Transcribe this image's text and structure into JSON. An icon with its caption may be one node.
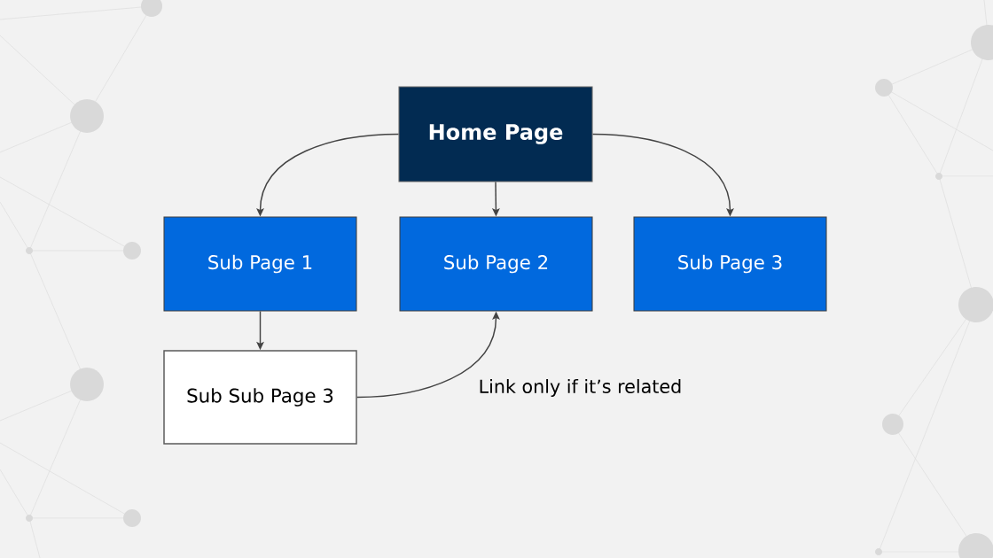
{
  "diagram": {
    "nodes": [
      {
        "text": [
          "Home Page"
        ]
      },
      {
        "text": [
          "Sub Page 1"
        ]
      },
      {
        "text": [
          "Sub Page 2"
        ]
      },
      {
        "text": [
          "Sub Page 3"
        ]
      },
      {
        "text": [
          "Sub Sub Page 3"
        ]
      }
    ],
    "edges": [
      {
        "from": 0,
        "to": 1,
        "arrow": "to"
      },
      {
        "from": 0,
        "to": 2,
        "arrow": "to"
      },
      {
        "from": 0,
        "to": 3,
        "arrow": "to"
      },
      {
        "from": 1,
        "to": 4,
        "arrow": "to"
      },
      {
        "from": 4,
        "to": 2,
        "arrow": "to",
        "label": "Link only if it’s related"
      }
    ]
  }
}
